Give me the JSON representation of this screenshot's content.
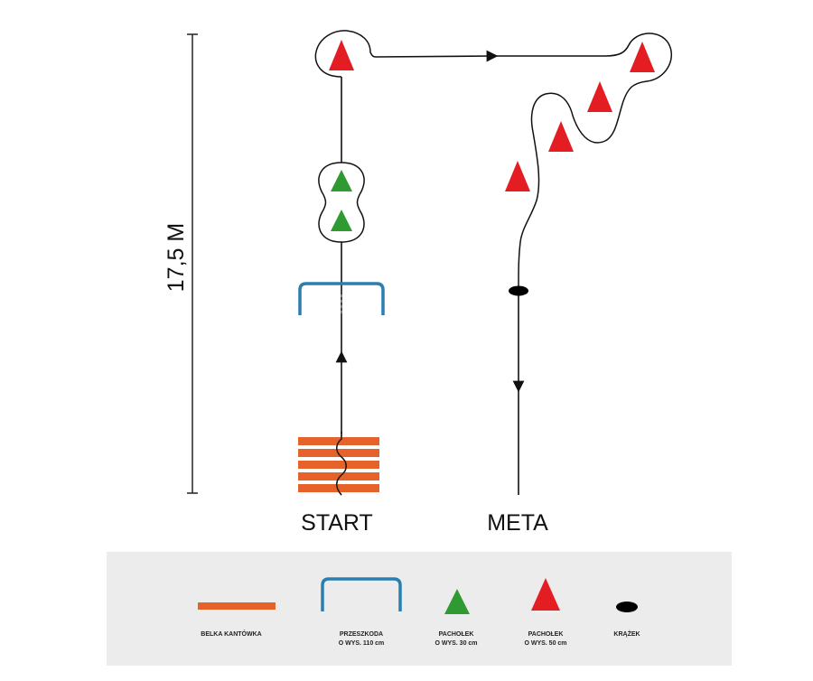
{
  "diagram": {
    "height_label": "17,5 M",
    "start_label": "START",
    "finish_label": "META"
  },
  "legend": {
    "items": [
      {
        "id": "beam",
        "line1": "BELKA KANTÓWKA",
        "line2": "",
        "color": "#e5622a"
      },
      {
        "id": "hurdle",
        "line1": "PRZESZKODA",
        "line2": "O WYS. 110 cm",
        "color": "#2a7fb0"
      },
      {
        "id": "cone-low",
        "line1": "PACHOŁEK",
        "line2": "O WYS. 30 cm",
        "color": "#2f9a32"
      },
      {
        "id": "cone-high",
        "line1": "PACHOŁEK",
        "line2": "O WYS. 50 cm",
        "color": "#e41d22"
      },
      {
        "id": "puck",
        "line1": "KRĄŻEK",
        "line2": "",
        "color": "#000000"
      }
    ]
  },
  "colors": {
    "cone_high": "#e41d22",
    "cone_low": "#2f9a32",
    "hurdle": "#2a7fb0",
    "beam": "#e5622a",
    "legend_bg": "#ececec"
  }
}
